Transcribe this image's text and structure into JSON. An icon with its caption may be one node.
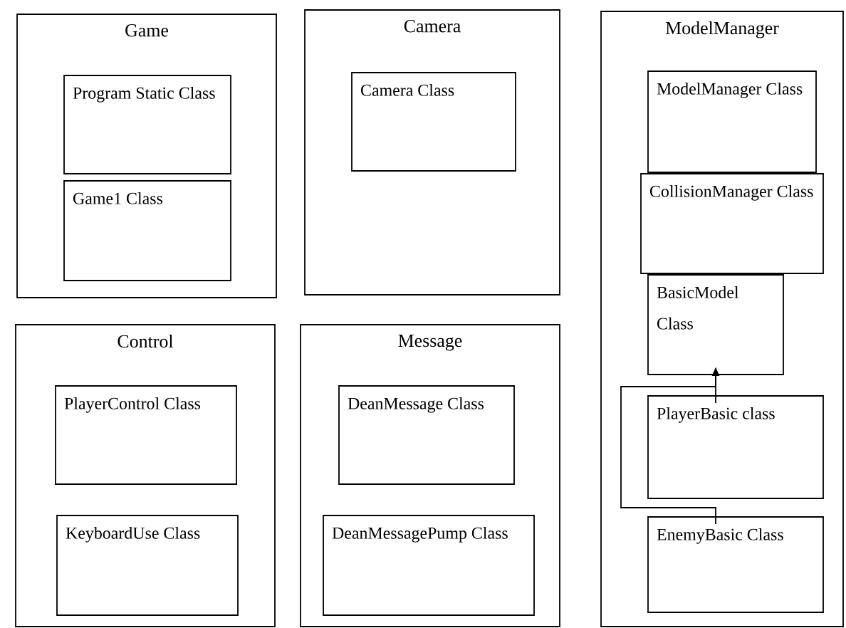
{
  "diagram": {
    "nodes": [
      {
        "text": [
          "Game"
        ]
      },
      {
        "text": [
          "Program Static Class"
        ],
        "in": 0
      },
      {
        "text": [
          "Game1 Class"
        ],
        "in": 0
      },
      {
        "text": [
          "Camera"
        ]
      },
      {
        "text": [
          "Camera Class"
        ],
        "in": 3
      },
      {
        "text": [
          "ModelManager"
        ]
      },
      {
        "text": [
          "ModelManager Class"
        ],
        "in": 5
      },
      {
        "text": [
          "CollisionManager Class"
        ],
        "in": 5
      },
      {
        "text": [
          "BasicModel Class"
        ],
        "in": 5
      },
      {
        "text": [
          "PlayerBasic class"
        ],
        "in": 5
      },
      {
        "text": [
          "EnemyBasic Class"
        ],
        "in": 5
      },
      {
        "text": [
          "Control"
        ]
      },
      {
        "text": [
          "PlayerControl Class"
        ],
        "in": 11
      },
      {
        "text": [
          "KeyboardUse Class"
        ],
        "in": 11
      },
      {
        "text": [
          "Message"
        ]
      },
      {
        "text": [
          "DeanMessage Class"
        ],
        "in": 14
      },
      {
        "text": [
          "DeanMessagePump Class"
        ],
        "in": 14
      }
    ],
    "edges": [
      {
        "from": 9,
        "to": 8,
        "arrow": "to"
      },
      {
        "from": 10,
        "to": 8,
        "arrow": "to"
      }
    ]
  }
}
